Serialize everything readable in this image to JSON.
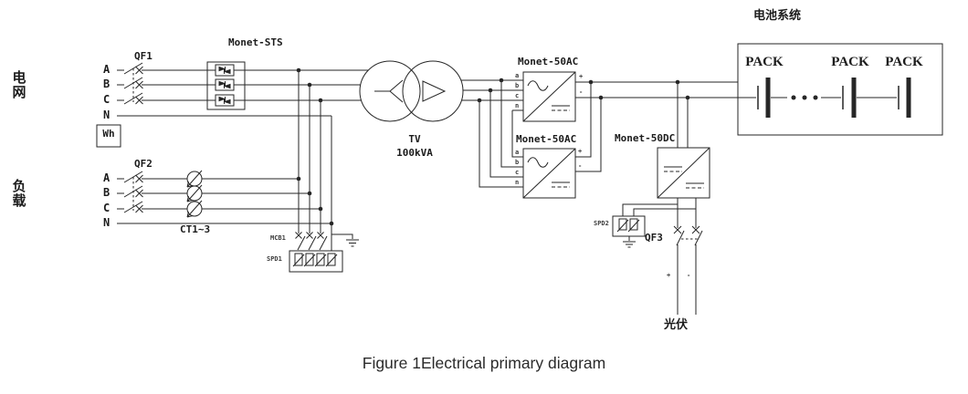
{
  "caption": "Figure 1Electrical primary diagram",
  "colors": {
    "line": "#262626",
    "background": "#ffffff",
    "text": "#1c1c1c"
  },
  "grid": {
    "label": "电网",
    "phase_a": "A",
    "phase_b": "B",
    "phase_c": "C",
    "phase_n": "N",
    "breaker": "QF1",
    "meter": "Wh"
  },
  "load": {
    "label": "负载",
    "phase_a": "A",
    "phase_b": "B",
    "phase_c": "C",
    "phase_n": "N",
    "breaker": "QF2",
    "ct": "CT1~3"
  },
  "sts": {
    "label": "Monet-STS"
  },
  "transformer": {
    "name": "TV",
    "rating": "100kVA"
  },
  "ac_unit_1": {
    "label": "Monet-50AC",
    "in_a": "a",
    "in_b": "b",
    "in_c": "c",
    "in_n": "n",
    "out_plus": "+",
    "out_minus": "-"
  },
  "ac_unit_2": {
    "label": "Monet-50AC",
    "in_a": "a",
    "in_b": "b",
    "in_c": "c",
    "in_n": "n",
    "out_plus": "+",
    "out_minus": "-"
  },
  "dc_unit": {
    "label": "Monet-50DC"
  },
  "battery": {
    "label": "电池系统",
    "pack_1": "PACK",
    "pack_2": "PACK",
    "pack_3": "PACK"
  },
  "pv": {
    "breaker": "QF3",
    "label": "光伏",
    "pos": "+",
    "neg": "-"
  },
  "protection": {
    "mcb": "MCB1",
    "spd1": "SPD1",
    "spd2": "SPD2"
  }
}
